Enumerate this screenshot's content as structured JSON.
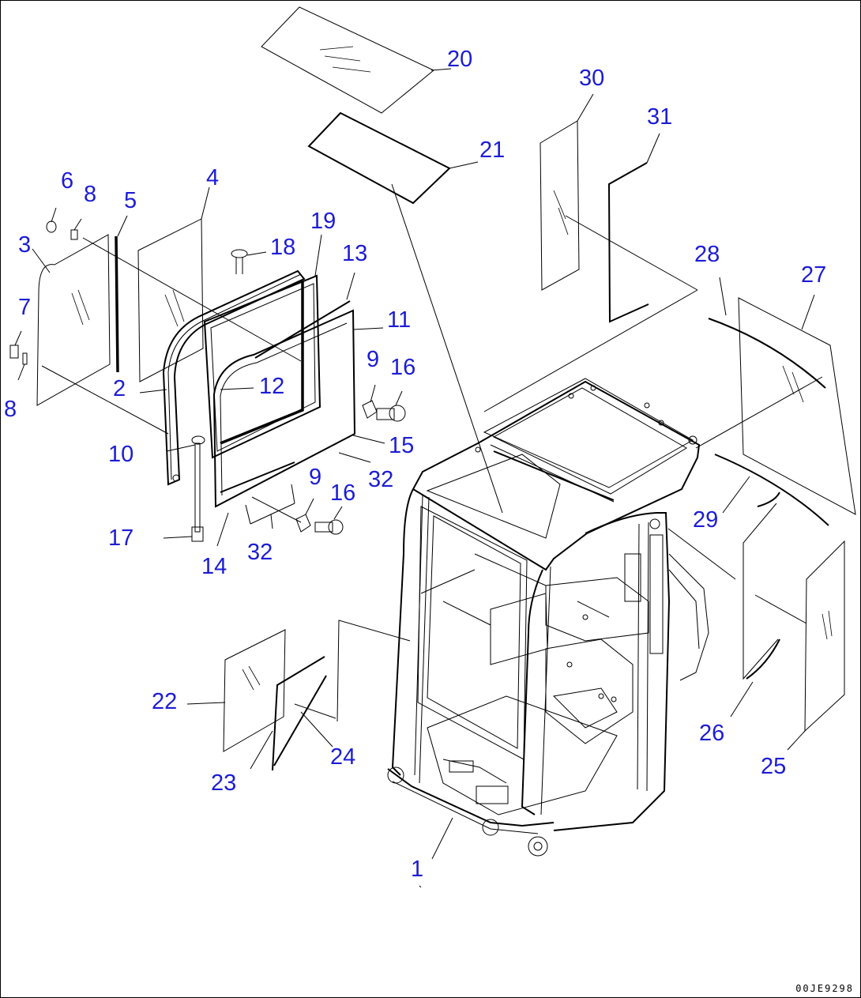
{
  "diagram": {
    "colors": {
      "callout": "#1c1cd6",
      "line": "#000000",
      "background": "#ffffff"
    },
    "drawing_code": "00JE9298",
    "callouts": [
      {
        "id": "c1",
        "text": "1"
      },
      {
        "id": "c2",
        "text": "2"
      },
      {
        "id": "c3",
        "text": "3"
      },
      {
        "id": "c4",
        "text": "4"
      },
      {
        "id": "c5",
        "text": "5"
      },
      {
        "id": "c6",
        "text": "6"
      },
      {
        "id": "c7",
        "text": "7"
      },
      {
        "id": "c8a",
        "text": "8"
      },
      {
        "id": "c8b",
        "text": "8"
      },
      {
        "id": "c9a",
        "text": "9"
      },
      {
        "id": "c9b",
        "text": "9"
      },
      {
        "id": "c10",
        "text": "10"
      },
      {
        "id": "c11",
        "text": "11"
      },
      {
        "id": "c12",
        "text": "12"
      },
      {
        "id": "c13",
        "text": "13"
      },
      {
        "id": "c14",
        "text": "14"
      },
      {
        "id": "c15",
        "text": "15"
      },
      {
        "id": "c16a",
        "text": "16"
      },
      {
        "id": "c16b",
        "text": "16"
      },
      {
        "id": "c17",
        "text": "17"
      },
      {
        "id": "c18",
        "text": "18"
      },
      {
        "id": "c19",
        "text": "19"
      },
      {
        "id": "c20",
        "text": "20"
      },
      {
        "id": "c21",
        "text": "21"
      },
      {
        "id": "c22",
        "text": "22"
      },
      {
        "id": "c23",
        "text": "23"
      },
      {
        "id": "c24",
        "text": "24"
      },
      {
        "id": "c25",
        "text": "25"
      },
      {
        "id": "c26",
        "text": "26"
      },
      {
        "id": "c27",
        "text": "27"
      },
      {
        "id": "c28",
        "text": "28"
      },
      {
        "id": "c29",
        "text": "29"
      },
      {
        "id": "c30",
        "text": "30"
      },
      {
        "id": "c31",
        "text": "31"
      },
      {
        "id": "c32a",
        "text": "32"
      },
      {
        "id": "c32b",
        "text": "32"
      }
    ]
  }
}
